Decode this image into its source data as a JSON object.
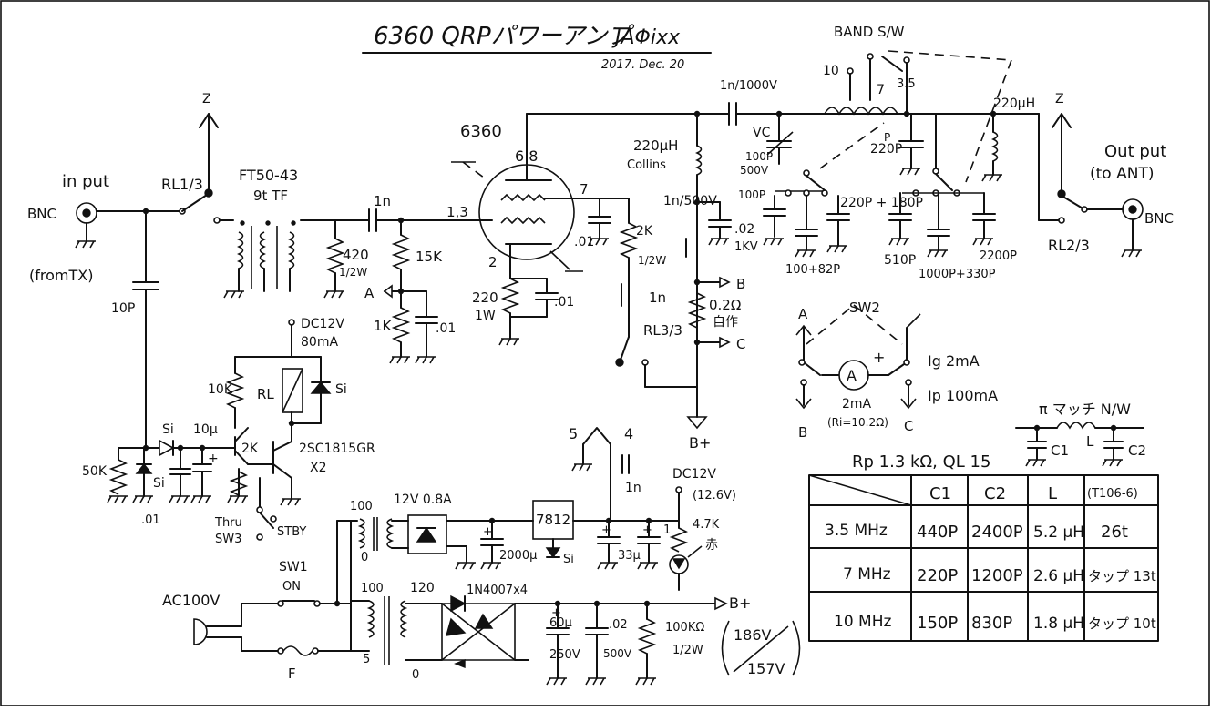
{
  "title": {
    "main": "6360 QRPパワーアンプ",
    "author": "JAΦixx",
    "date": "2017. Dec. 20"
  },
  "input_section": {
    "input_label": "in put",
    "bnc": "BNC",
    "from_tx": "(fromTX)",
    "relay1": "RL1/3",
    "cap_10p": "10P",
    "transformer": "FT50-43",
    "transformer_turns": "9t TF",
    "res_420": "420",
    "res_420_w": "1/2W",
    "cap_1n": "1n",
    "res_15k": "15K",
    "node_a": "A",
    "res_1k": "1K",
    "cap_01": ".01"
  },
  "tube_section": {
    "tube": "6360",
    "pins_top": "6 8",
    "pins_grid": "1,3",
    "pin_7": "7",
    "pin_2": "2",
    "res_220": "220",
    "res_1w": "1W",
    "cap_01": ".01",
    "cap_01b": ".01",
    "choke": "220μH",
    "choke_type": "Collins",
    "cap_1n_500": "1n/500V",
    "res_2k": "2K",
    "res_2k_w": "1/2W",
    "cap_02": ".02",
    "cap_02_v": "1KV",
    "cap_1n": "1n",
    "relay3": "RL3/3",
    "res_02": "0.2Ω",
    "res_02_note": "自作",
    "node_b": "B",
    "node_c": "C",
    "bplus": "B+"
  },
  "tank_section": {
    "cap_coupling": "1n/1000V",
    "vc": "VC",
    "vc_value": "100P",
    "vc_volt": "500V",
    "band_sw": "BAND S/W",
    "band_10": "10",
    "band_7": "7",
    "band_35": "3.5",
    "choke_out": "220μH",
    "cap_220": "220P",
    "cap_100": "100P",
    "cap_220_180": "220P + 180P",
    "cap_100_82": "100+82P",
    "cap_510": "510P",
    "cap_1000_330": "1000P+330P",
    "cap_2200": "2200P",
    "relay2": "RL2/3",
    "output": "Out put",
    "to_ant": "(to ANT)",
    "bnc": "BNC"
  },
  "meter_section": {
    "sw2": "SW2",
    "node_a": "A",
    "node_b": "B",
    "node_c": "C",
    "meter": "A",
    "meter_range": "2mA",
    "meter_ri": "(Ri=10.2Ω)",
    "ig": "Ig 2mA",
    "ip": "Ip 100mA"
  },
  "relay_driver": {
    "supply": "DC12V",
    "supply_current": "80mA",
    "res_10k": "10K",
    "relay": "RL",
    "diode_si": "Si",
    "diode_si2": "Si",
    "diode_si3": "Si",
    "cap_10u": "10μ",
    "res_2k": "2K",
    "transistor": "2SC1815GR",
    "transistor_qty": "X2",
    "res_50k": "50K",
    "cap_01": ".01",
    "thru": "Thru",
    "sw3": "SW3",
    "stby": "STBY"
  },
  "power_supply": {
    "ac": "AC100V",
    "sw1": "SW1",
    "on": "ON",
    "fuse": "F",
    "tap_100a": "100",
    "tap_0a": "0",
    "tap_100b": "100",
    "tap_5": "5",
    "sec_12": "12V 0.8A",
    "sec_120": "120",
    "sec_0": "0",
    "cap_2000": "2000μ",
    "reg": "7812",
    "diode_si": "Si",
    "cap_33": "33μ",
    "cap_1": "1",
    "dc_out": "DC12V",
    "dc_out_v": "(12.6V)",
    "res_47k": "4.7K",
    "led_red": "赤",
    "pin_5": "5",
    "pin_4": "4",
    "cap_1n": "1n",
    "diodes": "1N4007x4",
    "cap_60": "60μ",
    "cap_60_v": "250V",
    "cap_02": ".02",
    "cap_02_v": "500V",
    "res_100k": "100KΩ",
    "res_100k_w": "1/2W",
    "bplus": "B+",
    "v_open": "186V",
    "v_load": "157V"
  },
  "pi_network": {
    "title": "π マッチ N/W",
    "c1": "C1",
    "l": "L",
    "c2": "C2"
  },
  "table": {
    "caption": "Rp 1.3 kΩ, QL 15",
    "headers": [
      "",
      "C1",
      "C2",
      "L",
      "(T106-6)"
    ],
    "rows": [
      [
        "3.5 MHz",
        "440P",
        "2400P",
        "5.2 μH",
        "26t"
      ],
      [
        "7 MHz",
        "220P",
        "1200P",
        "2.6 μH",
        "タップ 13t"
      ],
      [
        "10 MHz",
        "150P",
        "830P",
        "1.8 μH",
        "タップ 10t"
      ]
    ]
  }
}
